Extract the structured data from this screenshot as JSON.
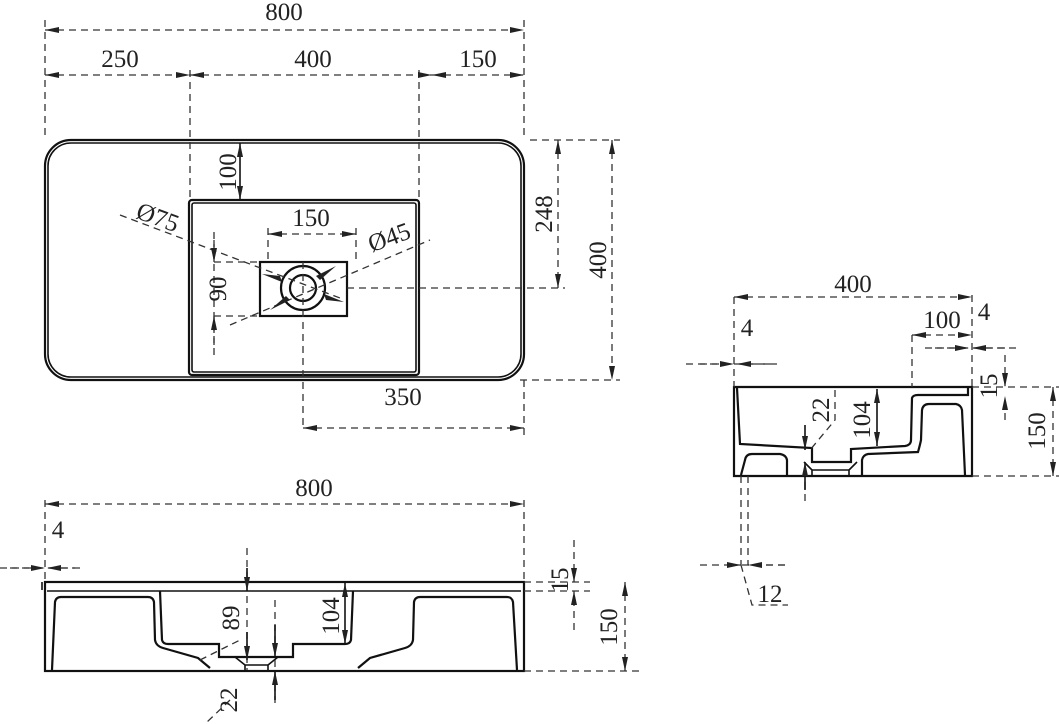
{
  "drawing": {
    "top_view": {
      "overall_width": "800",
      "left_offset": "250",
      "basin_width": "400",
      "right_offset": "150",
      "top_offset": "100",
      "drain_center_depth": "248",
      "overall_depth": "400",
      "drain_to_right": "350",
      "drain_box_width": "150",
      "drain_box_height": "90",
      "outer_diameter": "Ø75",
      "inner_diameter": "Ø45"
    },
    "front_view": {
      "overall_width": "800",
      "wall": "4",
      "rim": "15",
      "height": "150",
      "bowl_depth": "104",
      "depth_to_step": "89",
      "drain_step": "22"
    },
    "side_view": {
      "overall_depth": "400",
      "left_wall": "4",
      "shelf": "100",
      "right_wall": "4",
      "rim": "15",
      "height": "150",
      "bowl_depth": "104",
      "drain_step": "22",
      "foot": "12"
    }
  }
}
